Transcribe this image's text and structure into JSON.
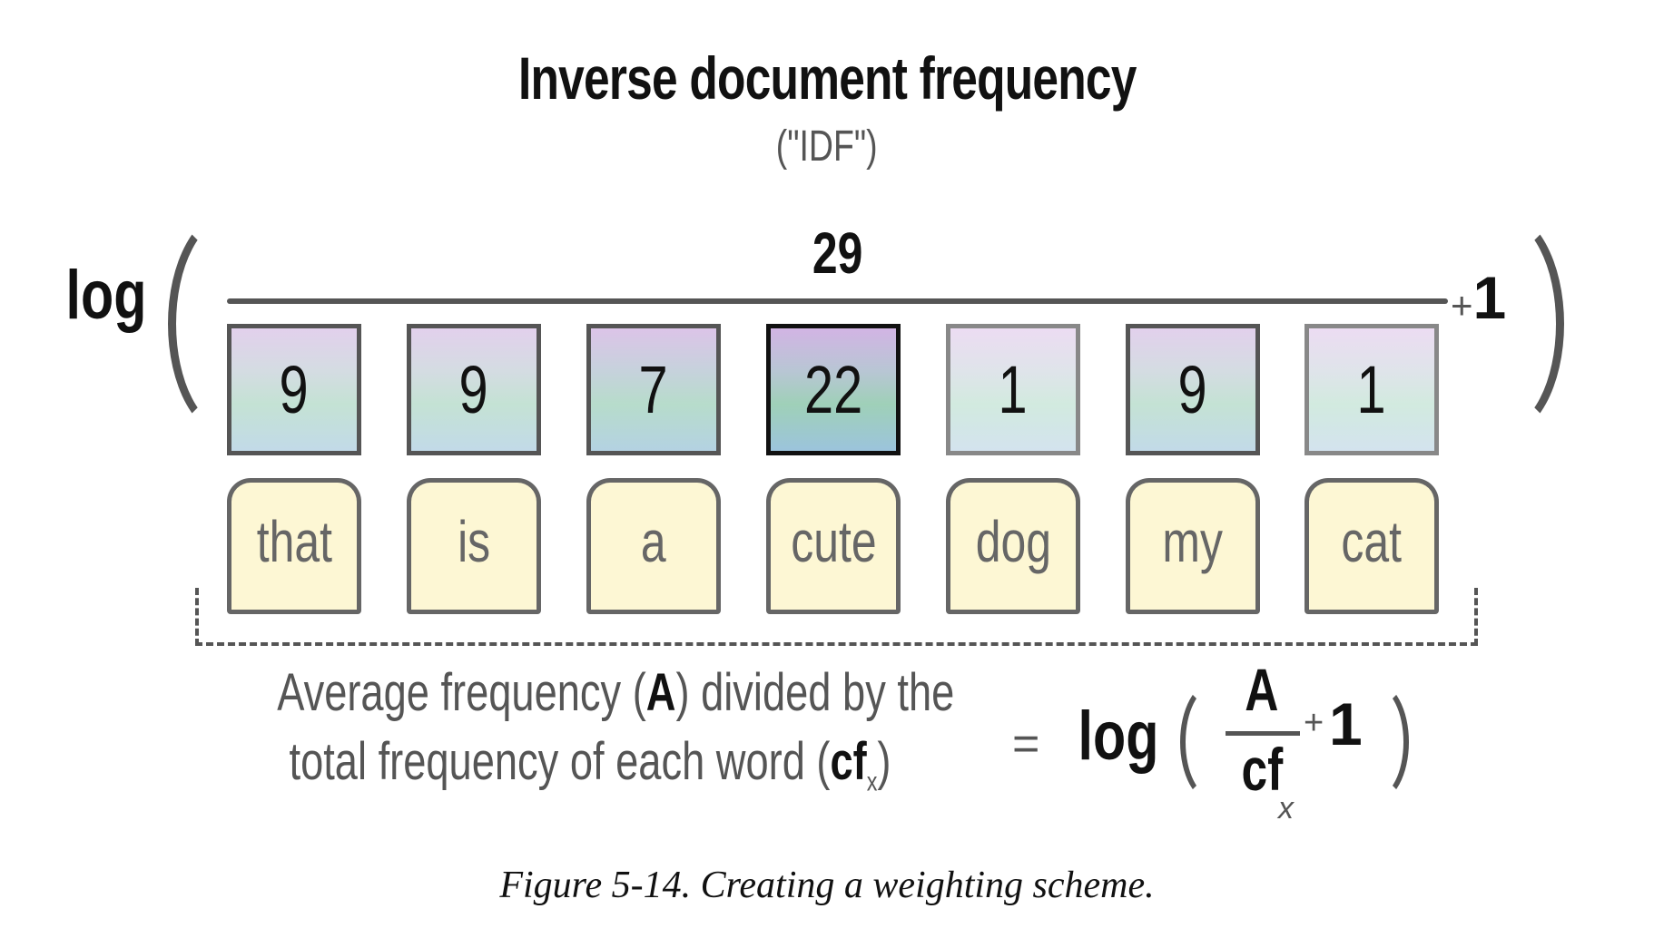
{
  "figure": {
    "title": "Inverse document frequency",
    "subtitle": "(\"IDF\")",
    "caption": "Figure 5-14. Creating a weighting scheme."
  },
  "formula": {
    "log_label": "log",
    "numerator": "29",
    "plus": "+",
    "one": "1",
    "terms": [
      {
        "word": "that",
        "count": "9",
        "shade": "mid-dark"
      },
      {
        "word": "is",
        "count": "9",
        "shade": "mid-dark"
      },
      {
        "word": "a",
        "count": "7",
        "shade": "mid"
      },
      {
        "word": "cute",
        "count": "22",
        "shade": "dark"
      },
      {
        "word": "dog",
        "count": "1",
        "shade": "light"
      },
      {
        "word": "my",
        "count": "9",
        "shade": "mid-dark"
      },
      {
        "word": "cat",
        "count": "1",
        "shade": "light"
      }
    ]
  },
  "explanation": {
    "line1_pre": "Average frequency (",
    "line1_bold": "A",
    "line1_post": ") divided by the",
    "line2_pre": "total frequency of each word (",
    "line2_bold": "cf",
    "line2_sub": "x",
    "line2_post": ")"
  },
  "general_formula": {
    "equals": "=",
    "log_label": "log",
    "numerator": "A",
    "denominator": "cf",
    "subscript": "x",
    "plus": "+",
    "one": "1"
  },
  "colors": {
    "box_border_dark": "#111111",
    "box_border_mid": "#333333",
    "box_border_light": "#888888",
    "word_box_fill": "#fdf7d4",
    "gradient_top": "#dcc4e8",
    "gradient_mid": "#b7dccb",
    "gradient_bottom": "#b4d2e2",
    "text_gray": "#555555"
  }
}
